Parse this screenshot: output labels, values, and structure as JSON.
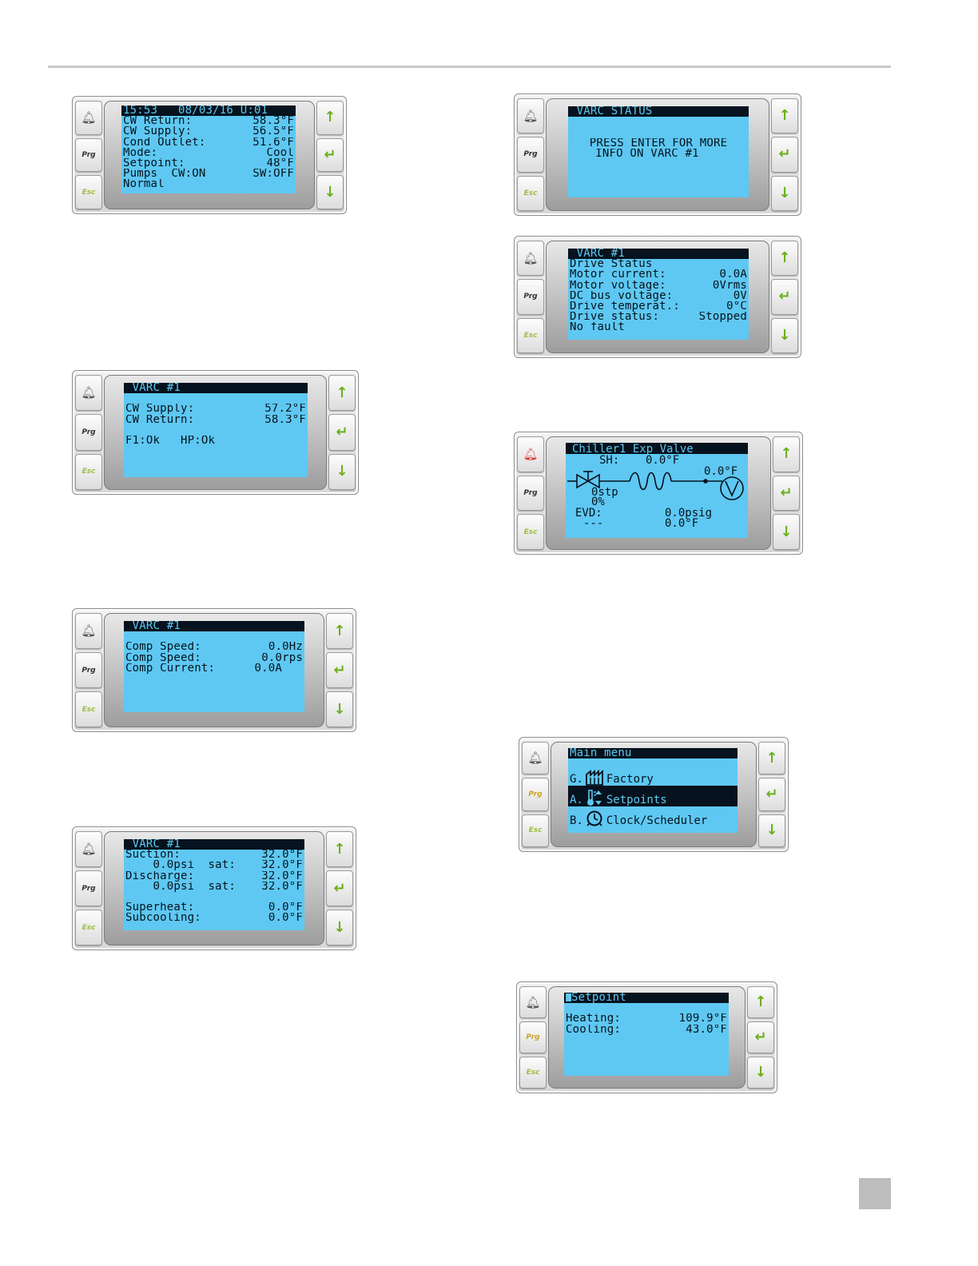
{
  "terminals": [
    {
      "id": "main-status",
      "lines": [
        "15:53   08/03/16 U:01",
        "CW Return:",
        "CW Supply:",
        "Cond Outlet:",
        "Mode:",
        "Setpoint:",
        "Pumps  CW:ON",
        "Normal"
      ],
      "values": [
        "58.3°F",
        "56.5°F",
        "51.6°F",
        "Cool",
        "48°F",
        "SW:OFF"
      ]
    },
    {
      "id": "varc-supply",
      "title": " VARC #1",
      "lines": [
        "CW Supply:",
        "CW Return:",
        "F1:Ok   HP:Ok"
      ],
      "values": [
        "57.2°F",
        "58.3°F"
      ]
    },
    {
      "id": "varc-comp",
      "title": " VARC #1",
      "lines": [
        "Comp Speed:",
        "Comp Speed:",
        "Comp Current:"
      ],
      "values": [
        "0.0Hz",
        "0.0rps",
        "0.0A"
      ]
    },
    {
      "id": "varc-pressures",
      "title": " VARC #1",
      "lines": [
        "Suction:",
        "    0.0psi  sat:",
        "Discharge:",
        "    0.0psi  sat:",
        "Superheat:",
        "Subcooling:"
      ],
      "values": [
        "32.0°F",
        "32.0°F",
        "32.0°F",
        "32.0°F",
        "0.0°F",
        "0.0°F"
      ]
    },
    {
      "id": "varc-status",
      "title": " VARC STATUS",
      "lines": [
        "PRESS ENTER FOR MORE",
        "INFO ON VARC #1"
      ]
    },
    {
      "id": "varc-drive",
      "title": " VARC #1",
      "lines": [
        "Drive Status",
        "Motor current:",
        "Motor voltage:",
        "DC bus voltage:",
        "Drive temperat.:",
        "Drive status:",
        "No fault"
      ],
      "values": [
        "0.0A",
        "0Vrms",
        "0V",
        "0°C",
        "Stopped"
      ]
    },
    {
      "id": "exp-valve",
      "title": "Chiller1  Exp Valve",
      "sh_label": "SH:",
      "sh_value": "0.0°F",
      "temp_right": "0.0°F",
      "steps": "0stp",
      "percent": "0%",
      "evd_label": "EVD:",
      "evd_status": "---",
      "pressure": "0.0psig",
      "temp_bottom": "0.0°F"
    },
    {
      "id": "main-menu",
      "title": "Main menu",
      "items": [
        {
          "key": "G.",
          "label": "Factory",
          "icon": "factory-icon"
        },
        {
          "key": "A.",
          "label": "Setpoints",
          "icon": "thermometer-icon"
        },
        {
          "key": "B.",
          "label": "Clock/Scheduler",
          "icon": "clock-icon"
        }
      ]
    },
    {
      "id": "setpoint",
      "title": "Setpoint",
      "lines": [
        "Heating:",
        "Cooling:"
      ],
      "values": [
        "109.9°F",
        "43.0°F"
      ]
    }
  ],
  "buttons": {
    "prg": "Prg",
    "esc": "Esc"
  },
  "colors": {
    "lcd": "#5ec8f2",
    "ink": "#06121d",
    "arrow": "#6ab01d",
    "alarm": "#e0383a"
  }
}
